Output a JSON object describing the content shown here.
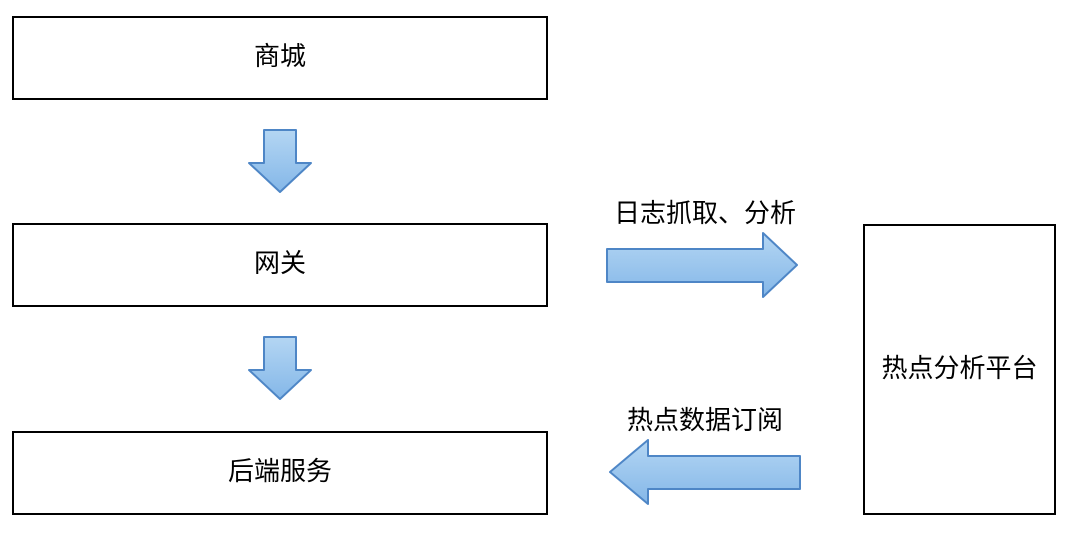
{
  "diagram": {
    "title": "",
    "nodes": [
      {
        "id": "mall",
        "label": "商城"
      },
      {
        "id": "gateway",
        "label": "网关"
      },
      {
        "id": "backend-service",
        "label": "后端服务"
      },
      {
        "id": "hotspot-platform",
        "label": "热点分析平台"
      }
    ],
    "edges": [
      {
        "from": "mall",
        "to": "gateway",
        "direction": "down",
        "label": ""
      },
      {
        "from": "gateway",
        "to": "backend-service",
        "direction": "down",
        "label": ""
      },
      {
        "from": "gateway",
        "to": "hotspot-platform",
        "direction": "right",
        "label": "日志抓取、分析"
      },
      {
        "from": "hotspot-platform",
        "to": "backend-service",
        "direction": "left",
        "label": "热点数据订阅"
      }
    ]
  },
  "colors": {
    "arrow-fill-top": "#b4d6f3",
    "arrow-fill-bottom": "#84b7e8",
    "arrow-border": "#4e86c6",
    "node-border": "#000000",
    "node-fill": "#ffffff",
    "text-color": "#000000",
    "bg": "#ffffff"
  }
}
